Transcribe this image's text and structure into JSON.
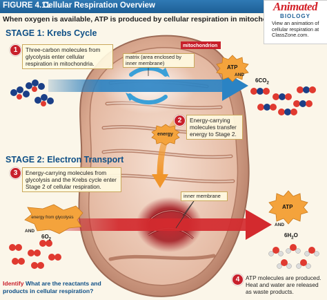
{
  "figure": {
    "number": "FIGURE 4.11",
    "title": "Cellular Respiration Overview"
  },
  "subtitle": "When oxygen is available, ATP is produced by cellular respiration in mitochondria.",
  "stage1": {
    "title": "STAGE 1: Krebs Cycle"
  },
  "stage2": {
    "title": "STAGE 2: Electron Transport"
  },
  "steps": [
    {
      "num": "1",
      "text": "Three-carbon molecules from glycolysis enter cellular respiration in mitochondria."
    },
    {
      "num": "2",
      "text": "Energy-carrying molecules transfer energy to Stage 2."
    },
    {
      "num": "3",
      "text": "Energy-carrying molecules from glycolysis and the Krebs cycle enter Stage 2 of cellular respiration."
    },
    {
      "num": "4",
      "text": "ATP molecules are produced. Heat and water are released as waste products."
    }
  ],
  "labels": {
    "mitochondrion": "mitochondrion",
    "matrix": "matrix (area enclosed by inner membrane)",
    "inner_membrane": "inner membrane",
    "energy": "energy",
    "energy_from_glycolysis": "energy from glycolysis",
    "atp_top": "ATP",
    "and_top": "AND",
    "co2": "6CO",
    "co2_sub": "2",
    "o2": "6O",
    "o2_sub": "2",
    "and_left": "AND",
    "atp_bottom": "ATP",
    "and_bottom": "AND",
    "h2o_pre": "6H",
    "h2o_sub": "2",
    "h2o_post": "O"
  },
  "animated": {
    "word": "Animated",
    "subject": "BIOLOGY",
    "text": "View an animation of cellular respiration at ClassZone.com."
  },
  "identify": {
    "label": "Identify",
    "question": "What are the reactants and products in cellular respiration?"
  },
  "colors": {
    "header_blue": "#1d5f96",
    "step_red": "#c8202b",
    "atp_orange": "#f4a33c",
    "arrow_blue": "#2a83c4",
    "arrow_red": "#c8202b",
    "mito_tan": "#d8a78d"
  }
}
